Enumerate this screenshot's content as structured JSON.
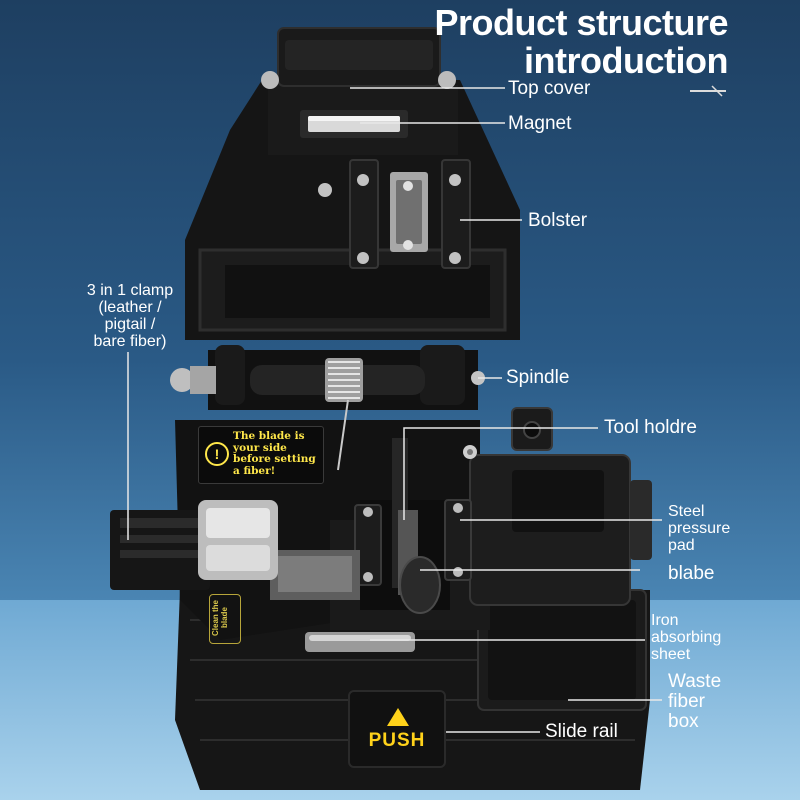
{
  "title": {
    "line1": "Product structure",
    "line2": "introduction"
  },
  "labels": {
    "top_cover": "Top cover",
    "magnet": "Magnet",
    "bolster": "Bolster",
    "clamp_line1": "3 in 1 clamp",
    "clamp_line2": "(leather /",
    "clamp_line3": "pigtail /",
    "clamp_line4": "bare fiber)",
    "spindle": "Spindle",
    "tool_holder": "Tool holdre",
    "steel_line1": "Steel",
    "steel_line2": "pressure",
    "steel_line3": "pad",
    "blade": "blabe",
    "iron_line1": "Iron",
    "iron_line2": "absorbing",
    "iron_line3": "sheet",
    "waste_line1": "Waste",
    "waste_line2": "fiber",
    "waste_line3": "box",
    "slide_rail": "Slide rail"
  },
  "warning_sticker": {
    "text": "The blade is your side before setting a fiber!",
    "icon": "exclamation-circle-icon"
  },
  "side_sticker": {
    "text": "Clean the blade"
  },
  "push_button": {
    "label": "PUSH",
    "icon": "up-triangle-icon"
  },
  "colors": {
    "background_top": "#1e3f61",
    "background_bottom": "#8cbcdc",
    "device_body": "#151515",
    "label_text": "#ffffff",
    "sticker_text": "#ffe74a",
    "push_text": "#ffd21a"
  }
}
